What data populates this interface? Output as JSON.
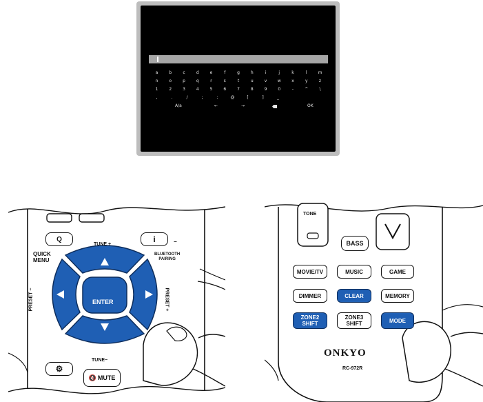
{
  "screen": {
    "rows": [
      [
        "a",
        "b",
        "c",
        "d",
        "e",
        "f",
        "g",
        "h",
        "i",
        "j",
        "k",
        "l",
        "m"
      ],
      [
        "n",
        "o",
        "p",
        "q",
        "r",
        "s",
        "t",
        "u",
        "v",
        "w",
        "x",
        "y",
        "z"
      ],
      [
        "1",
        "2",
        "3",
        "4",
        "5",
        "6",
        "7",
        "8",
        "9",
        "0",
        "-",
        "^",
        "\\"
      ],
      [
        ",",
        ".",
        "/",
        ";",
        ":",
        "@",
        "[",
        "]",
        "_"
      ]
    ],
    "case_toggle": "A/a",
    "left_arrow": "←",
    "right_arrow": "→",
    "ok": "OK"
  },
  "remote_left": {
    "q_label": "Q",
    "info_label": "i",
    "quick_menu": "QUICK\nMENU",
    "tune_plus": "TUNE +",
    "tune_minus": "TUNE−",
    "bluetooth_pairing": "BLUETOOTH\nPAIRING",
    "preset_minus": "PRESET −",
    "preset_plus": "PRESET +",
    "enter": "ENTER",
    "mute": "MUTE",
    "bt_dash": "−"
  },
  "remote_right": {
    "tone": "TONE",
    "bass": "BASS",
    "movie_tv": "MOVIE/TV",
    "music": "MUSIC",
    "game": "GAME",
    "dimmer": "DIMMER",
    "clear": "CLEAR",
    "memory": "MEMORY",
    "zone2_shift": "ZONE2\nSHIFT",
    "zone3_shift": "ZONE3\nSHIFT",
    "mode": "MODE",
    "brand": "ONKYO",
    "model": "RC-972R"
  }
}
